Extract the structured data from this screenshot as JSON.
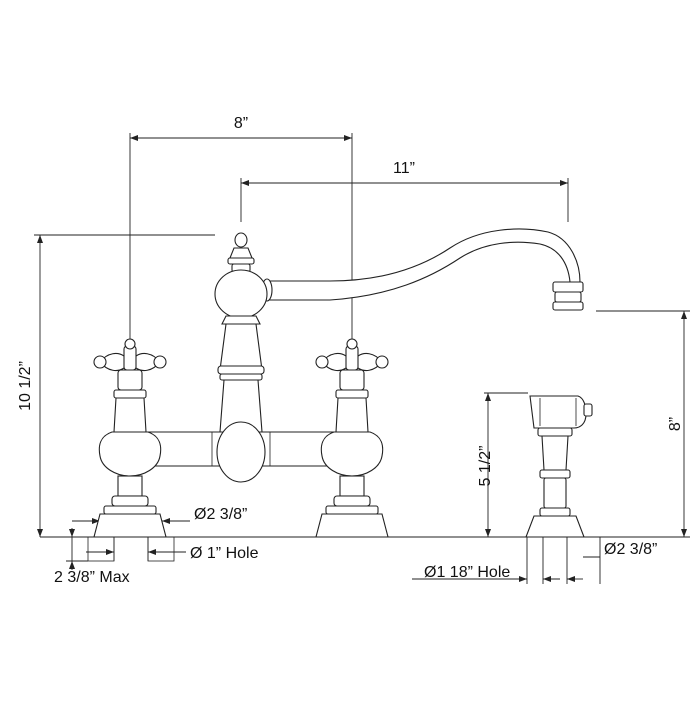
{
  "drawing": {
    "spread": "8”",
    "reach": "11”",
    "height_total": "10 1/2”",
    "spout_height": "8”",
    "sprayer_height": "5 1/2”",
    "base_diameter": "Ø2 3/8”",
    "hole": "Ø 1” Hole",
    "max_deck": "2 3/8” Max",
    "sprayer_hole": "Ø1 18” Hole",
    "sprayer_base": "Ø2 3/8”"
  }
}
